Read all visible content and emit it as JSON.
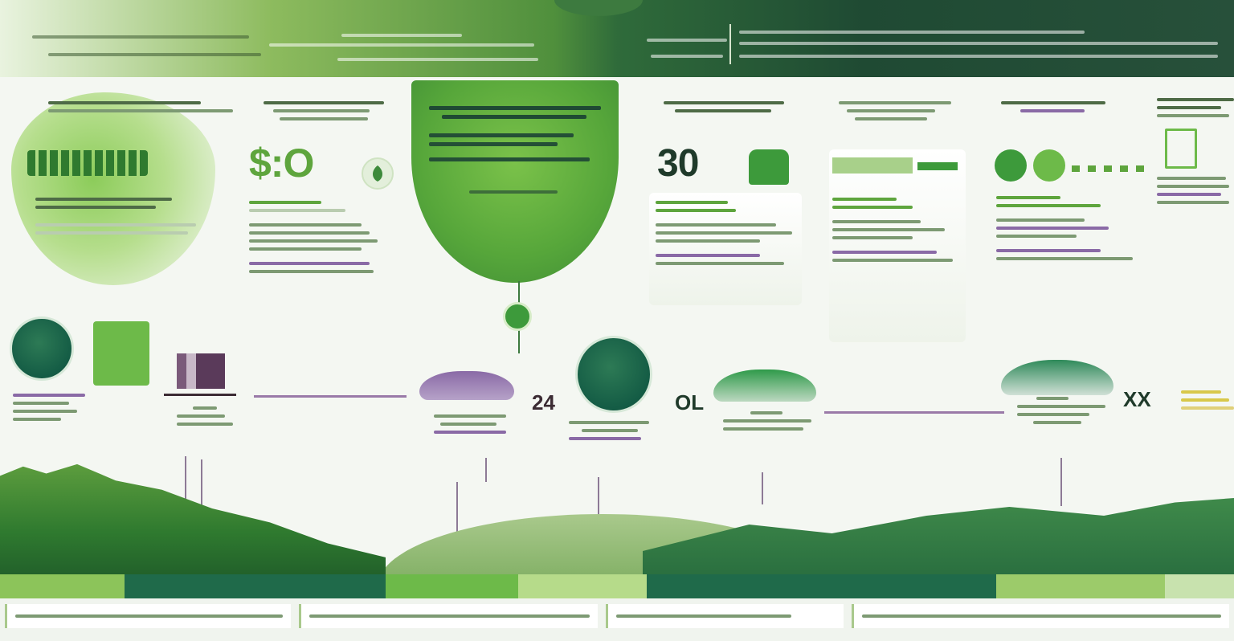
{
  "colors": {
    "accent_green": "#5ea53d",
    "dark_green": "#1f4a33",
    "purple_timeline": "#9a7aa8"
  },
  "stats": {
    "amount": "$:O",
    "number": "30",
    "year_a": "24",
    "year_b": "OL",
    "year_c": "XX"
  },
  "icons": [
    "leaf-icon",
    "check-icon",
    "location-pin-icon",
    "building-icon",
    "arrow-icon"
  ]
}
